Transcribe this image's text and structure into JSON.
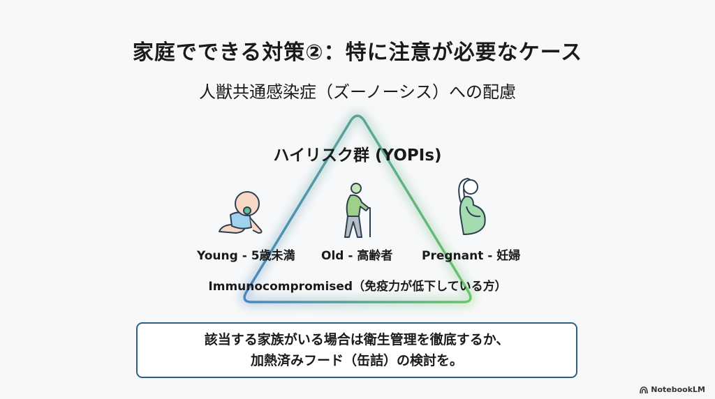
{
  "slide": {
    "title": "家庭でできる対策②：特に注意が必要なケース",
    "subtitle": "人獣共通感染症（ズーノーシス）への配慮",
    "group_title": "ハイリスク群 (YOPIs)",
    "groups": [
      {
        "label": "Young - 5歳未満",
        "icon": "baby-icon"
      },
      {
        "label": "Old - 高齢者",
        "icon": "elderly-icon"
      },
      {
        "label": "Pregnant - 妊婦",
        "icon": "pregnant-icon"
      }
    ],
    "immuno": "Immunocompromised（免疫力が低下している方）",
    "note_lines": [
      "該当する家族がいる場合は衛生管理を徹底するか、",
      "加熱済みフード（缶詰）の検討を。"
    ],
    "colors": {
      "triangle_left": "#4a86c0",
      "triangle_right": "#6cc36a",
      "note_border": "#2d5f80"
    }
  },
  "branding": {
    "name": "NotebookLM"
  }
}
